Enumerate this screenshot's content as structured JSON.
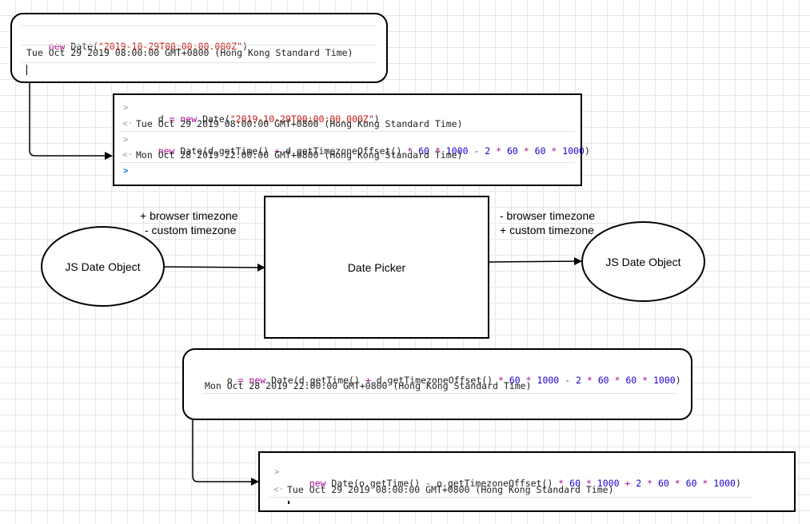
{
  "box1": {
    "code": {
      "kw": "new",
      "fn": " Date(",
      "str": "\"2019-10-29T00:00:00.000Z\"",
      "close": ")"
    },
    "result": "Tue Oct 29 2019 08:00:00 GMT+0800 (Hong Kong Standard Time)"
  },
  "box2": {
    "gutter_in": ">",
    "gutter_out": "<·",
    "line1": {
      "pre": "d ",
      "eq": "=",
      "kw": " new",
      "fn": " Date(",
      "str": "\"2019-10-29T00:00:00.000Z\"",
      "close": ")"
    },
    "result1": "Tue Oct 29 2019 08:00:00 GMT+0800 (Hong Kong Standard Time)",
    "line2": {
      "kw": "new",
      "a": " Date(d.getTime() ",
      "plus": "+",
      "b": " d.getTimezoneOffset() ",
      "m1": "*",
      "n1": " 60 ",
      "m2": "*",
      "n2": " 1000 ",
      "minus": "-",
      "n3": " 2 ",
      "m3": "*",
      "n4": " 60 ",
      "m4": "*",
      "n5": " 60 ",
      "m5": "*",
      "n6": " 1000",
      "close": ")"
    },
    "result2": "Mon Oct 28 2019 22:00:00 GMT+0800 (Hong Kong Standard Time)",
    "prompt": ">"
  },
  "diagram": {
    "left_ellipse": "JS Date Object",
    "center_box": "Date Picker",
    "right_ellipse": "JS Date Object",
    "left_label_1": "+ browser timezone",
    "left_label_2": "- custom timezone",
    "right_label_1": "- browser timezone",
    "right_label_2": "+ custom timezone"
  },
  "box3": {
    "line": {
      "pre": "o ",
      "eq": "=",
      "kw": " new",
      "a": " Date(d.getTime() ",
      "plus": "+",
      "b": " d.getTimezoneOffset() ",
      "m1": "*",
      "n1": " 60 ",
      "m2": "*",
      "n2": " 1000 ",
      "minus": "-",
      "n3": " 2 ",
      "m3": "*",
      "n4": " 60 ",
      "m4": "*",
      "n5": " 60 ",
      "m5": "*",
      "n6": " 1000",
      "close": ")"
    },
    "result": "Mon Oct 28 2019 22:00:00 GMT+0800 (Hong Kong Standard Time)"
  },
  "box4": {
    "gutter_in": ">",
    "gutter_out": "<·",
    "line": {
      "kw": "new",
      "a": " Date(o.getTime() ",
      "minus": "-",
      "b": " o.getTimezoneOffset() ",
      "m1": "*",
      "n1": " 60 ",
      "m2": "*",
      "n2": " 1000 ",
      "plus": "+",
      "n3": " 2 ",
      "m3": "*",
      "n4": " 60 ",
      "m4": "*",
      "n5": " 60 ",
      "m5": "*",
      "n6": " 1000",
      "close": ")"
    },
    "result": "Tue Oct 29 2019 08:00:00 GMT+0800 (Hong Kong Standard Time)"
  }
}
